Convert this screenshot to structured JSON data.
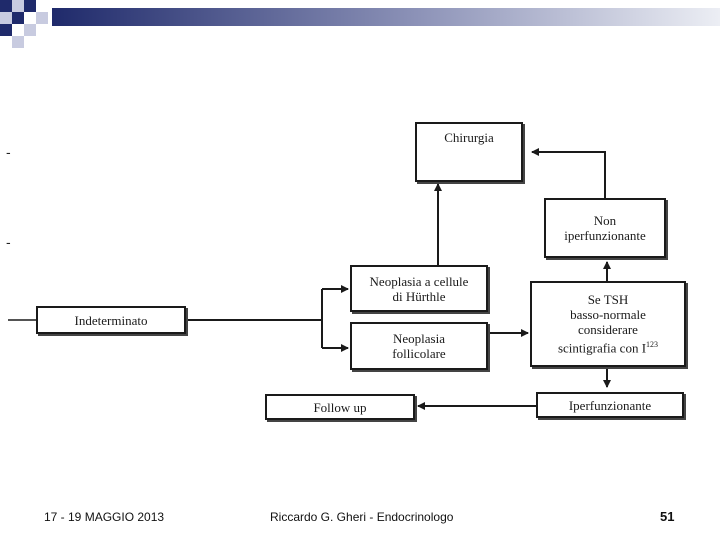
{
  "diagram": {
    "nodes": {
      "chirurgia": "Chirurgia",
      "non_iperfunzionante": "Non\niperfunzionante",
      "neoplasia_hurthle": "Neoplasia a cellule\ndi Hürthle",
      "indeterminato": "Indeterminato",
      "neoplasia_follicolare": "Neoplasia\nfollicolare",
      "se_tsh_text": "Se TSH\nbasso-normale\nconsiderare\nscintigrafia con I",
      "se_tsh_sup": "123",
      "follow_up": "Follow up",
      "iperfunzionante": "Iperfunzionante"
    },
    "bullets": [
      "-",
      "-",
      "—"
    ]
  },
  "footer": {
    "date": "17 - 19 MAGGIO 2013",
    "author": "Riccardo G. Gheri - Endocrinologo",
    "slide_number": "51"
  },
  "colors": {
    "header_dark": "#1f2a6b",
    "header_light": "#e6e6ee",
    "square_light": "#c8cbe0",
    "line": "#1a1a1a"
  }
}
